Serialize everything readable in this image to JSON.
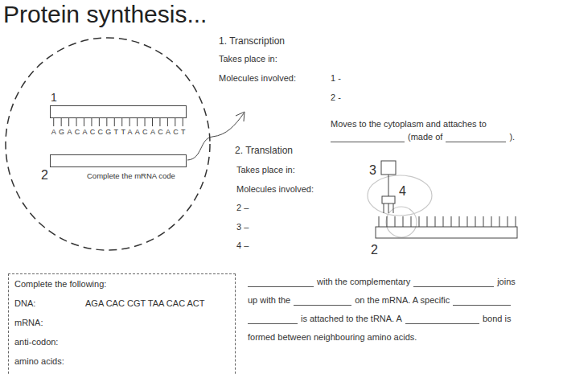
{
  "diagram": {
    "title": "Protein synthesis...",
    "nodes": [
      {
        "text": [
          "Complete the mRNA code"
        ]
      },
      {
        "text": [
          "1",
          "AGACACCGTTAACACACT"
        ],
        "in": 0
      },
      {
        "text": [
          "2"
        ],
        "in": 0
      },
      {
        "text": [
          "Complete the following:",
          "DNA:",
          "AGA CAC CGT TAA CAC ACT",
          "mRNA:",
          "anti-codon:",
          "amino acids:"
        ]
      }
    ],
    "labels": [
      "1. Transcription",
      "Takes place in:",
      "Molecules involved:",
      "1 -",
      "2 -",
      "Moves to the cytoplasm and attaches to",
      "(made of",
      ").",
      "2. Translation",
      "Takes place in:",
      "Molecules involved:",
      "2 –",
      "3 –",
      "4 –",
      "3",
      "4",
      "2",
      "with the complementary",
      "joins",
      "up with the",
      "on the mRNA. A specific",
      "is attached to the tRNA. A",
      "bond is",
      "formed between neighbouring amino acids."
    ]
  }
}
